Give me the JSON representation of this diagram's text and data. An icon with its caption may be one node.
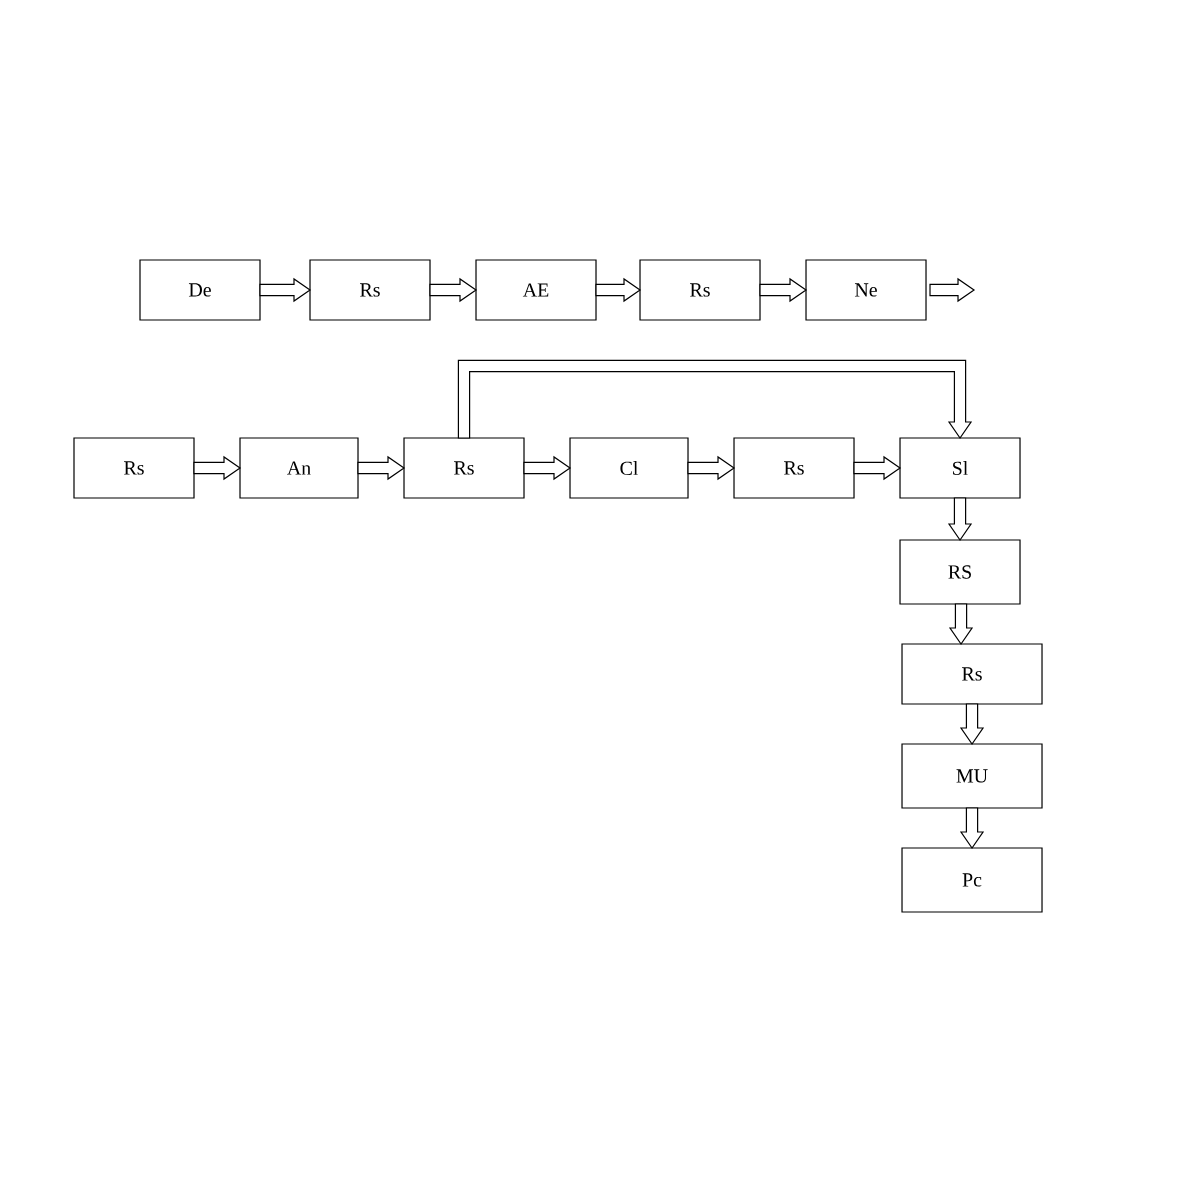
{
  "diagram": {
    "nodes": [
      {
        "text": [
          "De"
        ]
      },
      {
        "text": [
          "Rs"
        ]
      },
      {
        "text": [
          "AE"
        ]
      },
      {
        "text": [
          "Rs"
        ]
      },
      {
        "text": [
          "Ne"
        ]
      },
      {
        "text": [
          "Rs"
        ]
      },
      {
        "text": [
          "An"
        ]
      },
      {
        "text": [
          "Rs"
        ]
      },
      {
        "text": [
          "Cl"
        ]
      },
      {
        "text": [
          "Rs"
        ]
      },
      {
        "text": [
          "Sl"
        ]
      },
      {
        "text": [
          "RS"
        ]
      },
      {
        "text": [
          "Rs"
        ]
      },
      {
        "text": [
          "MU"
        ]
      },
      {
        "text": [
          "Pc"
        ]
      }
    ],
    "edges": [
      {
        "from": 0,
        "to": 1,
        "arrow": "to"
      },
      {
        "from": 1,
        "to": 2,
        "arrow": "to"
      },
      {
        "from": 2,
        "to": 3,
        "arrow": "to"
      },
      {
        "from": 3,
        "to": 4,
        "arrow": "to"
      },
      {
        "from": 4,
        "to": null,
        "arrow": "to"
      },
      {
        "from": 7,
        "to": 10,
        "arrow": "to"
      },
      {
        "from": 5,
        "to": 6,
        "arrow": "to"
      },
      {
        "from": 6,
        "to": 7,
        "arrow": "to"
      },
      {
        "from": 7,
        "to": 8,
        "arrow": "to"
      },
      {
        "from": 8,
        "to": 9,
        "arrow": "to"
      },
      {
        "from": 9,
        "to": 10,
        "arrow": "to"
      },
      {
        "from": 10,
        "to": 11,
        "arrow": "to"
      },
      {
        "from": 11,
        "to": 12,
        "arrow": "to"
      },
      {
        "from": 12,
        "to": 13,
        "arrow": "to"
      },
      {
        "from": 13,
        "to": 14,
        "arrow": "to"
      }
    ]
  }
}
